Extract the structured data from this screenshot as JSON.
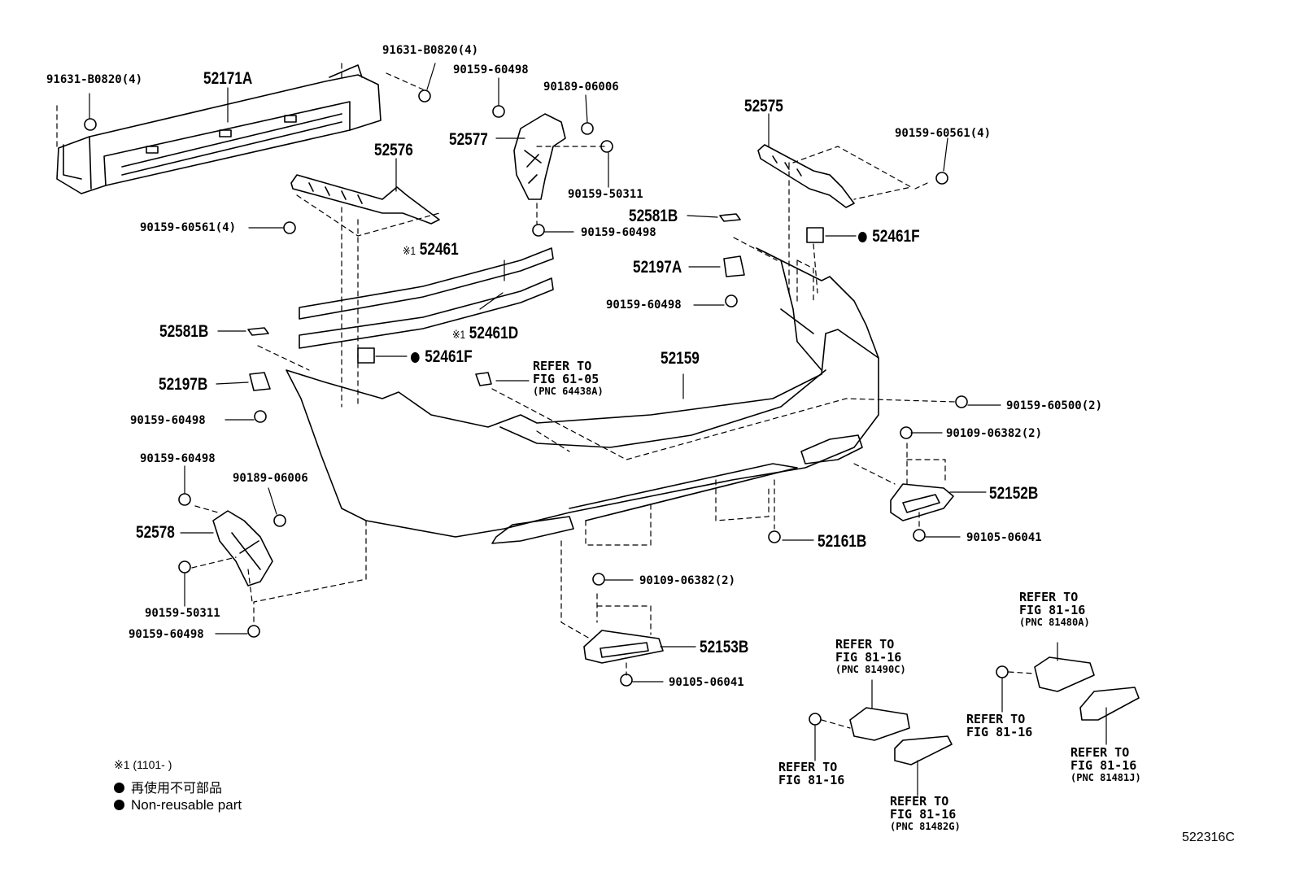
{
  "diagram_id": "522316C",
  "labels": {
    "p91631_right": "91631-B0820(4)",
    "p91631_left": "91631-B0820(4)",
    "p52171A": "52171A",
    "p90159_60498_a": "90159-60498",
    "p90189_06006_a": "90189-06006",
    "p52577": "52577",
    "p90159_50311_a": "90159-50311",
    "p52576": "52576",
    "p90159_60561_left": "90159-60561(4)",
    "p90159_60498_b": "90159-60498",
    "p52461": "52461",
    "p52461D": "52461D",
    "p52575": "52575",
    "p90159_60561_right": "90159-60561(4)",
    "p52581B_right": "52581B",
    "p52461F_right": "52461F",
    "p52197A": "52197A",
    "p90159_60498_c": "90159-60498",
    "p52581B_left": "52581B",
    "p52461F_left": "52461F",
    "p52197B": "52197B",
    "p90159_60498_d": "90159-60498",
    "p52159": "52159",
    "p90159_60500": "90159-60500(2)",
    "p90109_06382_right": "90109-06382(2)",
    "p52152B": "52152B",
    "p90105_06041_right": "90105-06041",
    "p52161B": "52161B",
    "p90159_60498_e": "90159-60498",
    "p90189_06006_b": "90189-06006",
    "p52578": "52578",
    "p90159_50311_b": "90159-50311",
    "p90159_60498_f": "90159-60498",
    "p90109_06382_bottom": "90109-06382(2)",
    "p52153B": "52153B",
    "p90105_06041_bottom": "90105-06041"
  },
  "note_mark": "※1",
  "refers": {
    "fig61_line1": "REFER TO",
    "fig61_line2": "FIG 61-05",
    "fig61_pnc": "(PNC 64438A)",
    "r81490C_line1": "REFER TO",
    "r81490C_line2": "FIG 81-16",
    "r81490C_pnc": "(PNC 81490C)",
    "r81480A_line1": "REFER TO",
    "r81480A_line2": "FIG 81-16",
    "r81480A_pnc": "(PNC 81480A)",
    "rA_line1": "REFER TO",
    "rA_line2": "FIG 81-16",
    "rB_line1": "REFER TO",
    "rB_line2": "FIG 81-16",
    "r81482G_line1": "REFER TO",
    "r81482G_line2": "FIG 81-16",
    "r81482G_pnc": "(PNC 81482G)",
    "r81481J_line1": "REFER TO",
    "r81481J_line2": "FIG 81-16",
    "r81481J_pnc": "(PNC 81481J)"
  },
  "legend": {
    "note": "※1 (1101-      )",
    "jp": "再使用不可部品",
    "en": "Non-reusable part"
  }
}
